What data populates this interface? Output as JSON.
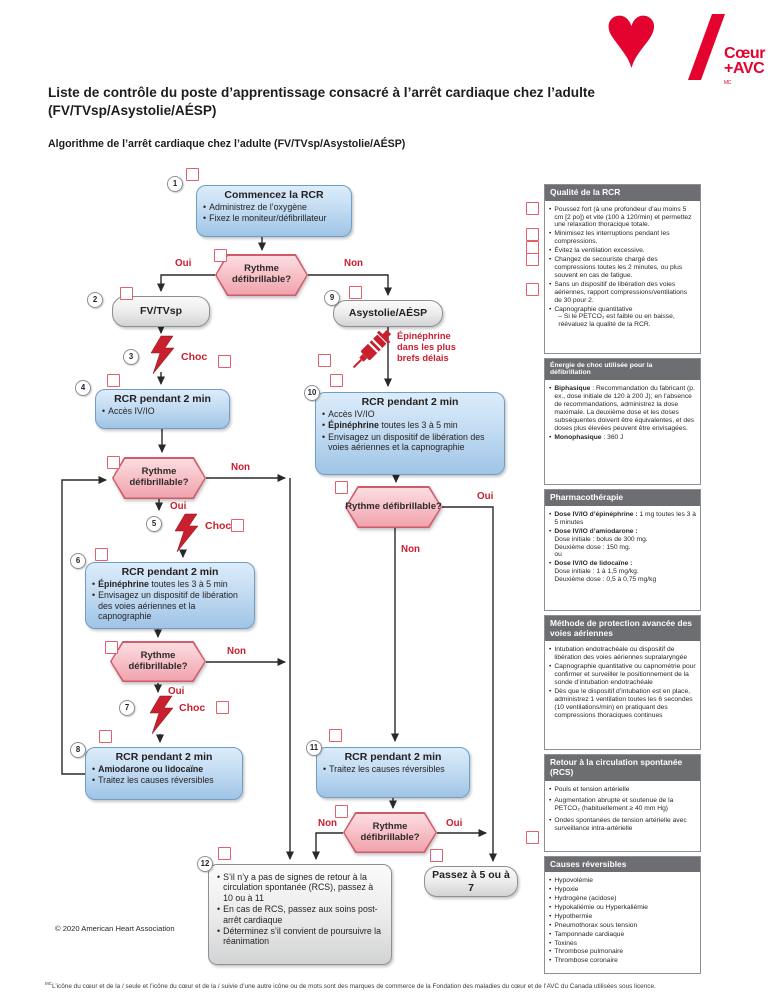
{
  "logo": {
    "brand_line1": "Cœur",
    "brand_line2": "+AVC",
    "tm": "MC"
  },
  "title": "Liste de contrôle du poste d’apprentissage consacré à l’arrêt cardiaque chez l’adulte (FV/TVsp/Asystolie/AÉSP)",
  "subtitle": "Algorithme de l’arrêt cardiaque chez l’adulte (FV/TVsp/Asystolie/AÉSP)",
  "colors": {
    "accent_red": "#c8202f",
    "checkbox_red": "#e3606a",
    "logo_red": "#e4032e",
    "panel_header_gray": "#6d6e71",
    "box_blue": "#c3dcf2",
    "diamond_pink": "#f6bcc3"
  },
  "labels": {
    "oui": "Oui",
    "non": "Non",
    "choc": "Choc",
    "rythme": "Rythme défibrillable?",
    "epi_asap": [
      "Épinéphrine",
      "dans les plus",
      "brefs délais"
    ]
  },
  "nodes": {
    "n1": {
      "num": "1",
      "title": "Commencez la RCR",
      "bullets": [
        "Administrez de l’oxygène",
        "Fixez le moniteur/défibrillateur"
      ]
    },
    "n2": {
      "num": "2",
      "title": "FV/TVsp"
    },
    "n3": {
      "num": "3"
    },
    "n4": {
      "num": "4",
      "title": "RCR pendant 2 min",
      "bullets": [
        "Accès IV/IO"
      ]
    },
    "n5": {
      "num": "5"
    },
    "n6": {
      "num": "6",
      "title": "RCR pendant 2 min",
      "bullets": [
        {
          "b": "Épinéphrine",
          "t": " toutes les 3 à 5 min"
        },
        {
          "t": "Envisagez un dispositif de libération des voies aériennes et la capnographie"
        }
      ]
    },
    "n7": {
      "num": "7"
    },
    "n8": {
      "num": "8",
      "title": "RCR pendant 2 min",
      "bullets": [
        {
          "b": "Amiodarone ou lidocaïne"
        },
        {
          "t": "Traitez les causes réversibles"
        }
      ]
    },
    "n9": {
      "num": "9",
      "title": "Asystolie/AÉSP"
    },
    "n10": {
      "num": "10",
      "title": "RCR pendant 2 min",
      "bullets": [
        {
          "t": "Accès IV/IO"
        },
        {
          "b": "Épinéphrine",
          "t": " toutes les 3 à 5 min"
        },
        {
          "t": "Envisagez un dispositif de libération des voies aériennes et la capnographie"
        }
      ]
    },
    "n11": {
      "num": "11",
      "title": "RCR pendant 2 min",
      "bullets": [
        {
          "t": "Traitez les causes réversibles"
        }
      ]
    },
    "n12": {
      "num": "12",
      "bullets": [
        "S’il n’y a pas de signes de retour à la circulation spontanée (RCS), passez à 10 ou à 11",
        "En cas de RCS, passez aux soins post-arrêt cardiaque",
        "Déterminez s’il convient de poursuivre la réanimation"
      ]
    },
    "goto57": {
      "title": "Passez à 5 ou à 7"
    }
  },
  "sidebar": {
    "panels": [
      {
        "title": "Qualité de la RCR",
        "items": [
          {
            "t": "Poussez fort (à une profondeur d’au moins 5 cm [2 po]) et vite (100 à 120/min) et permettez une relaxation thoracique totale."
          },
          {
            "t": "Minimisez les interruptions pendant les compressions."
          },
          {
            "t": "Évitez la ventilation excessive."
          },
          {
            "t": "Changez de secouriste chargé des compressions toutes les 2 minutes, ou plus souvent en cas de fatigue."
          },
          {
            "t": "Sans un dispositif de libération des voies aériennes, rapport compressions/ventilations de 30 pour 2."
          },
          {
            "t": "Capnographie quantitative",
            "sub": [
              "Si le PETCO₂ est faible ou en baisse, réévaluez la qualité de la RCR."
            ]
          }
        ]
      },
      {
        "title": "Énergie de choc utilisée pour la défibrillation",
        "items": [
          {
            "b": "Biphasique",
            "t": " : Recommandation du fabricant (p. ex., dose initiale de 120 à 200 J); en l’absence de recommandations, administrez la dose maximale. La deuxième dose et les doses subséquentes doivent être équivalentes, et des doses plus élevées peuvent être envisagées."
          },
          {
            "b": "Monophasique",
            "t": " : 360 J"
          }
        ]
      },
      {
        "title": "Pharmacothérapie",
        "items": [
          {
            "b": "Dose IV/IO d’épinéphrine :",
            "t": " 1 mg toutes les 3 à 5 minutes"
          },
          {
            "b": "Dose IV/IO d’amiodarone :",
            "lines": [
              "Dose initiale : bolus de 300 mg.",
              "Deuxième dose : 150 mg.",
              "ou"
            ]
          },
          {
            "b": "Dose IV/IO de lidocaïne :",
            "lines": [
              "Dose initiale : 1 à 1,5 mg/kg.",
              "Deuxième dose : 0,5 à 0,75 mg/kg"
            ]
          }
        ]
      },
      {
        "title": "Méthode de protection avancée des voies aériennes",
        "items": [
          {
            "t": "Intubation endotrachéale ou dispositif de libération des voies aériennes supralaryngée"
          },
          {
            "t": "Capnographie quantitative ou capnométrie pour confirmer et surveiller le positionnement de la sonde d’intubation endotrachéale"
          },
          {
            "t": "Dès que le dispositif d’intubation est en place, administrez 1 ventilation toutes les 6 secondes (10 ventilations/min) en pratiquant des compressions thoraciques continues"
          }
        ]
      },
      {
        "title": "Retour à la circulation spontanée (RCS)",
        "items": [
          {
            "t": "Pouls et tension artérielle"
          },
          {
            "t": "Augmentation abrupte et soutenue de la PETCO₂ (habituellement ≥ 40 mm Hg)"
          },
          {
            "t": "Ondes spontanées de tension artérielle avec surveillance intra-artérielle"
          }
        ]
      },
      {
        "title": "Causes réversibles",
        "items": [
          {
            "t": "Hypovolémie"
          },
          {
            "t": "Hypoxie"
          },
          {
            "t": "Hydrogène (acidose)"
          },
          {
            "t": "Hypokaliémie ou Hyperkaliémie"
          },
          {
            "t": "Hypothermie"
          },
          {
            "t": "Pneumothorax sous tension"
          },
          {
            "t": "Tamponnade cardiaque"
          },
          {
            "t": "Toxines"
          },
          {
            "t": "Thrombose pulmonaire"
          },
          {
            "t": "Thrombose coronaire"
          }
        ]
      }
    ]
  },
  "footer": {
    "copyright": "© 2020 American Heart Association",
    "tm_super": "MC",
    "trademark": "L’icône du cœur et de la / seule et l’icône du cœur et de la / suivie d’une autre icône ou de mots sont des marques de commerce de la Fondation des maladies du cœur et de l’AVC du Canada utilisées sous licence."
  }
}
